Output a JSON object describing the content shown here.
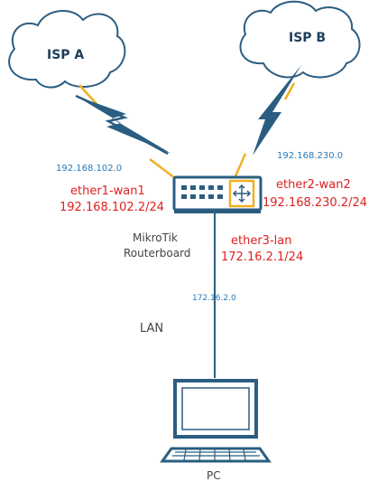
{
  "nodes": {
    "isp_a": {
      "label": "ISP A"
    },
    "isp_b": {
      "label": "ISP B"
    },
    "router": {
      "label_line1": "MikroTik",
      "label_line2": "Routerboard"
    },
    "pc": {
      "label": "PC"
    }
  },
  "links": {
    "wan1": {
      "network": "192.168.102.0",
      "interface": "ether1-wan1",
      "address": "192.168.102.2/24"
    },
    "wan2": {
      "network": "192.168.230.0",
      "interface": "ether2-wan2",
      "address": "192.168.230.2/24"
    },
    "lan": {
      "network": "172.16.2.0",
      "interface": "ether3-lan",
      "address": "172.16.2.1/24",
      "segment_label": "LAN"
    }
  },
  "colors": {
    "line": "#2b5d82",
    "accent": "#f0b023",
    "network_label": "#2a7ab8",
    "interface_label": "#e02020"
  }
}
